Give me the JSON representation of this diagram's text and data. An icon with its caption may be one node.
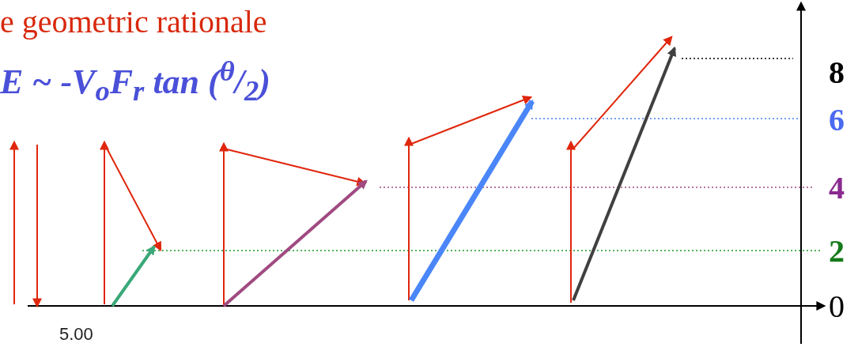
{
  "diagram": {
    "title": "e geometric rationale",
    "labels": [
      "E ~ -V$_{o}$F$_{r}$ tan ($^{θ}$/$_{2}$)",
      "8",
      "6",
      "4",
      "2",
      "0",
      "5.00"
    ]
  }
}
